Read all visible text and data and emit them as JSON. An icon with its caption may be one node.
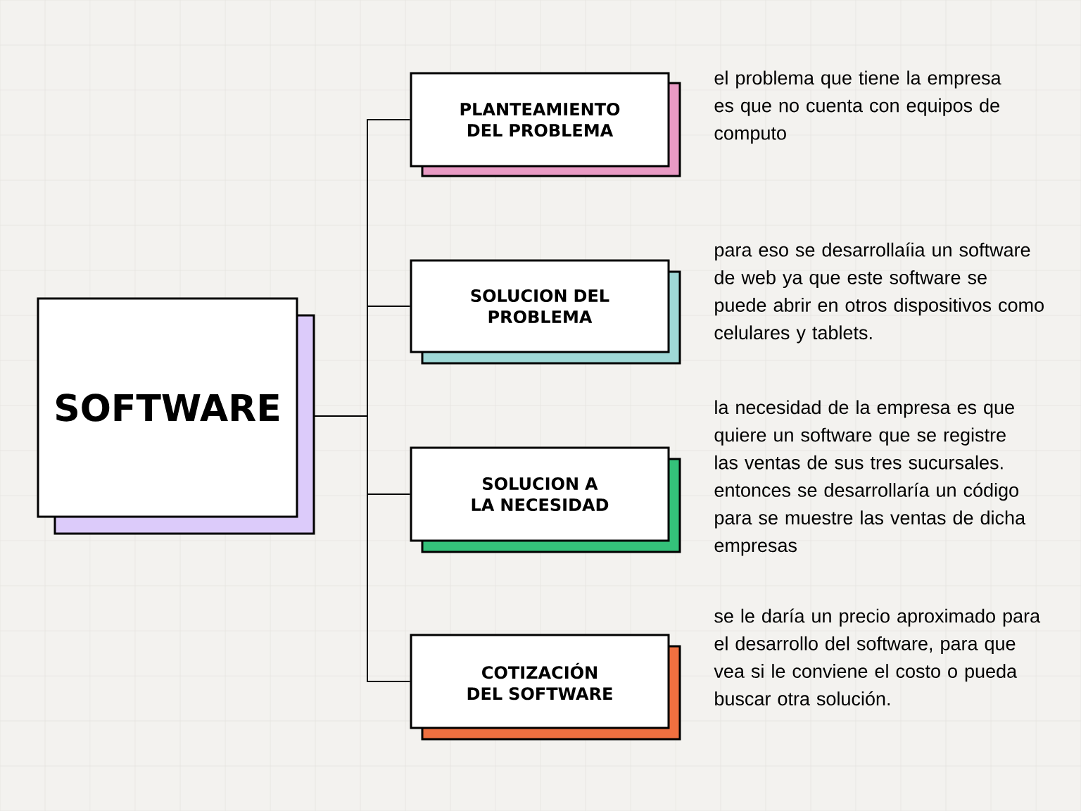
{
  "diagram": {
    "nodes": [
      {
        "text": [
          "SOFTWARE"
        ]
      },
      {
        "text": [
          "PLANTEAMIENTO DEL PROBLEMA"
        ],
        "beside": [
          "el problema que tiene la empresa es que no cuenta con equipos de computo"
        ]
      },
      {
        "text": [
          "SOLUCION DEL PROBLEMA"
        ],
        "beside": [
          "para eso se desarrollaíia un software de web ya que este software se puede abrir en otros dispositivos como celulares y tablets."
        ]
      },
      {
        "text": [
          "SOLUCION A LA NECESIDAD"
        ],
        "beside": [
          "la necesidad de la empresa es que quiere un software que se registre las ventas de sus tres sucursales. entonces se desarrollaría un código para se muestre las ventas de dicha empresas"
        ]
      },
      {
        "text": [
          "COTIZACIÓN DEL SOFTWARE"
        ],
        "beside": [
          "se le daría un precio aproximado para el desarrollo del software, para que vea si le conviene el costo o pueda buscar otra solución."
        ]
      }
    ],
    "edges": [
      {
        "from": 0,
        "to": 1,
        "arrow": "none"
      },
      {
        "from": 0,
        "to": 2,
        "arrow": "none"
      },
      {
        "from": 0,
        "to": 3,
        "arrow": "none"
      },
      {
        "from": 0,
        "to": 4,
        "arrow": "none"
      }
    ]
  }
}
